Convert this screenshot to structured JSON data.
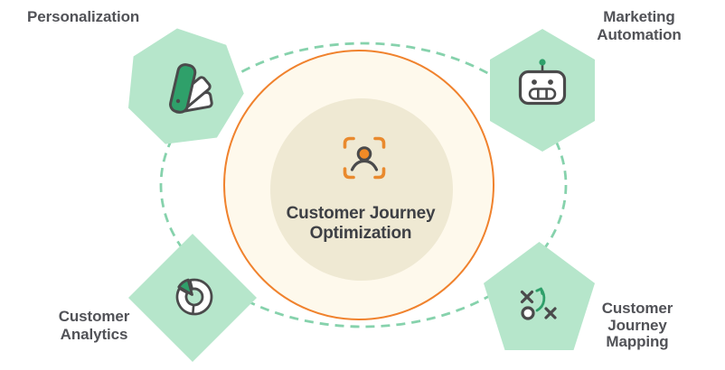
{
  "diagram": {
    "center": {
      "label": "Customer Journey Optimization",
      "icon": "user-focus"
    },
    "nodes": [
      {
        "id": "personalization",
        "label": "Personalization",
        "icon": "color-swatches",
        "shape": "heptagon"
      },
      {
        "id": "marketing-automation",
        "label": "Marketing\nAutomation",
        "icon": "robot",
        "shape": "hexagon"
      },
      {
        "id": "customer-analytics",
        "label": "Customer\nAnalytics",
        "icon": "donut-chart",
        "shape": "diamond"
      },
      {
        "id": "customer-journey-mapping",
        "label": "Customer\nJourney\nMapping",
        "icon": "strategy-play",
        "shape": "pentagon"
      }
    ],
    "colors": {
      "orange_accent": "#F0822D",
      "orange_icon": "#F08A26",
      "mint_shape": "#B6E6CB",
      "dash_green": "#86D2AC",
      "icon_green": "#2FA06A",
      "icon_outline": "#4A4A4B",
      "circle_fill": "#FEF9EC",
      "inner_circle_fill": "#EFE9D3",
      "label_color": "#515257",
      "title_color": "#3E4045"
    }
  }
}
